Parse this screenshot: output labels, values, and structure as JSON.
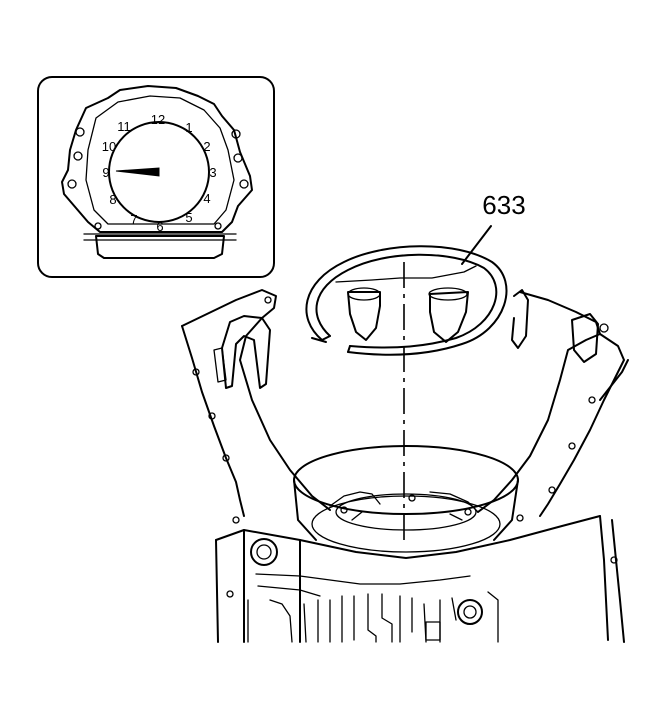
{
  "callout": {
    "part_number": "633"
  },
  "inset": {
    "clock_numbers": [
      "12",
      "1",
      "2",
      "3",
      "4",
      "5",
      "6",
      "7",
      "8",
      "9",
      "10",
      "11"
    ]
  }
}
